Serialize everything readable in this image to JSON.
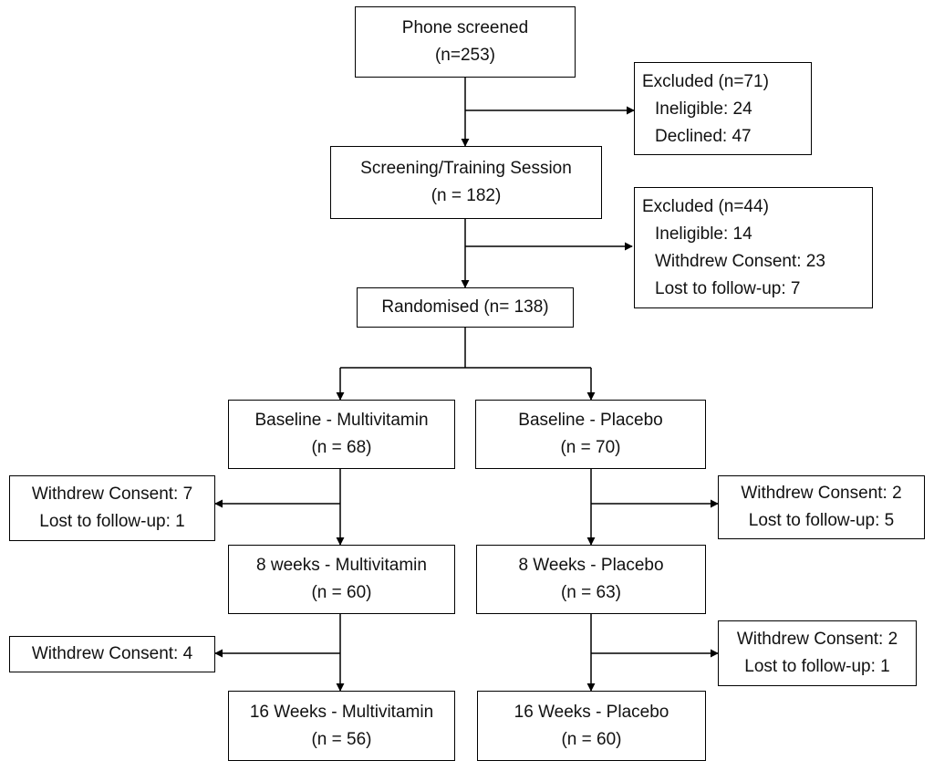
{
  "phone_screened": {
    "title": "Phone screened",
    "count": "(n=253)"
  },
  "excluded_1": {
    "title": "Excluded (n=71)",
    "items": [
      "Ineligible: 24",
      "Declined: 47"
    ]
  },
  "screening": {
    "title": "Screening/Training Session",
    "count": "(n = 182)"
  },
  "excluded_2": {
    "title": "Excluded (n=44)",
    "items": [
      "Ineligible: 14",
      "Withdrew Consent: 23",
      "Lost to follow-up: 7"
    ]
  },
  "randomised": {
    "title": "Randomised (n= 138)"
  },
  "baseline_multi": {
    "title": "Baseline - Multivitamin",
    "count": "(n = 68)"
  },
  "baseline_placebo": {
    "title": "Baseline - Placebo",
    "count": "(n = 70)"
  },
  "dropout_multi_1": {
    "items": [
      "Withdrew Consent: 7",
      "Lost to follow-up: 1"
    ]
  },
  "dropout_placebo_1": {
    "items": [
      "Withdrew Consent: 2",
      "Lost to follow-up: 5"
    ]
  },
  "week8_multi": {
    "title": "8 weeks - Multivitamin",
    "count": "(n = 60)"
  },
  "week8_placebo": {
    "title": "8 Weeks - Placebo",
    "count": "(n = 63)"
  },
  "dropout_multi_2": {
    "items": [
      "Withdrew Consent: 4"
    ]
  },
  "dropout_placebo_2": {
    "items": [
      "Withdrew Consent: 2",
      "Lost to follow-up: 1"
    ]
  },
  "week16_multi": {
    "title": "16 Weeks - Multivitamin",
    "count": "(n = 56)"
  },
  "week16_placebo": {
    "title": "16 Weeks - Placebo",
    "count": "(n = 60)"
  }
}
